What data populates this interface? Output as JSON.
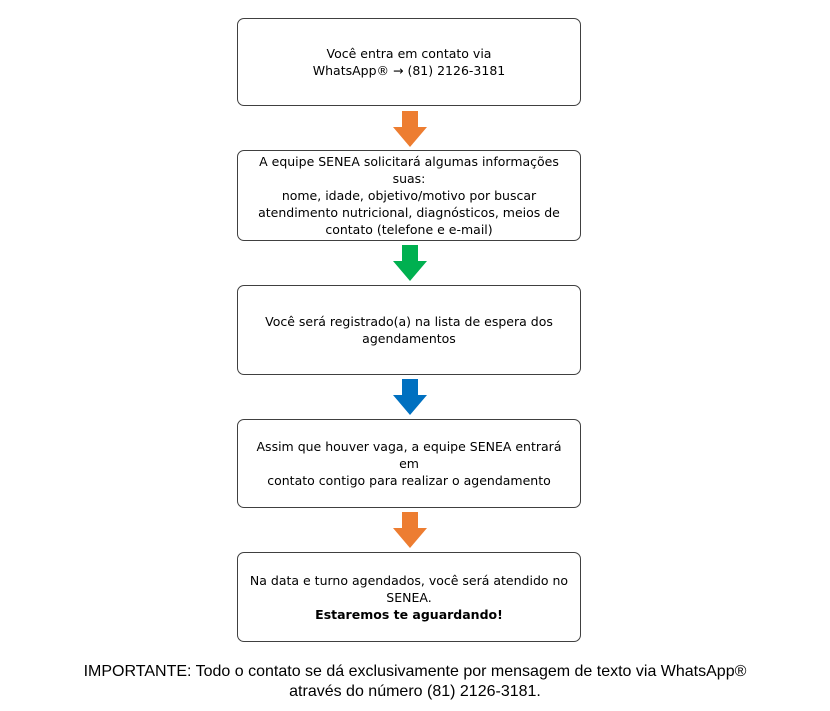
{
  "steps": [
    {
      "lines": [
        "Você entra em contato via",
        "WhatsApp® → (81) 2126-3181"
      ]
    },
    {
      "intro": "A equipe SENEA solicitará algumas informações suas:",
      "lines": [
        "nome, idade, objetivo/motivo por buscar",
        "atendimento nutricional, diagnósticos, meios de",
        "contato (telefone e e-mail)"
      ]
    },
    {
      "lines": [
        "Você será registrado(a) na lista de espera dos",
        "agendamentos"
      ]
    },
    {
      "lines": [
        "Assim que houver vaga, a equipe SENEA entrará em",
        "contato contigo para realizar o agendamento"
      ]
    },
    {
      "lines": [
        "Na data e turno agendados, você será atendido no",
        "SENEA."
      ],
      "emphasis": "Estaremos te aguardando!"
    }
  ],
  "arrows": [
    {
      "color": "#ED7D31",
      "icon": "arrow-down-icon"
    },
    {
      "color": "#00B050",
      "icon": "arrow-down-icon"
    },
    {
      "color": "#0070C0",
      "icon": "arrow-down-icon"
    },
    {
      "color": "#ED7D31",
      "icon": "arrow-down-icon"
    }
  ],
  "note": {
    "line1": "IMPORTANTE: Todo o contato se dá exclusivamente por mensagem de texto via WhatsApp®",
    "line2": "através do número (81) 2126-3181."
  }
}
